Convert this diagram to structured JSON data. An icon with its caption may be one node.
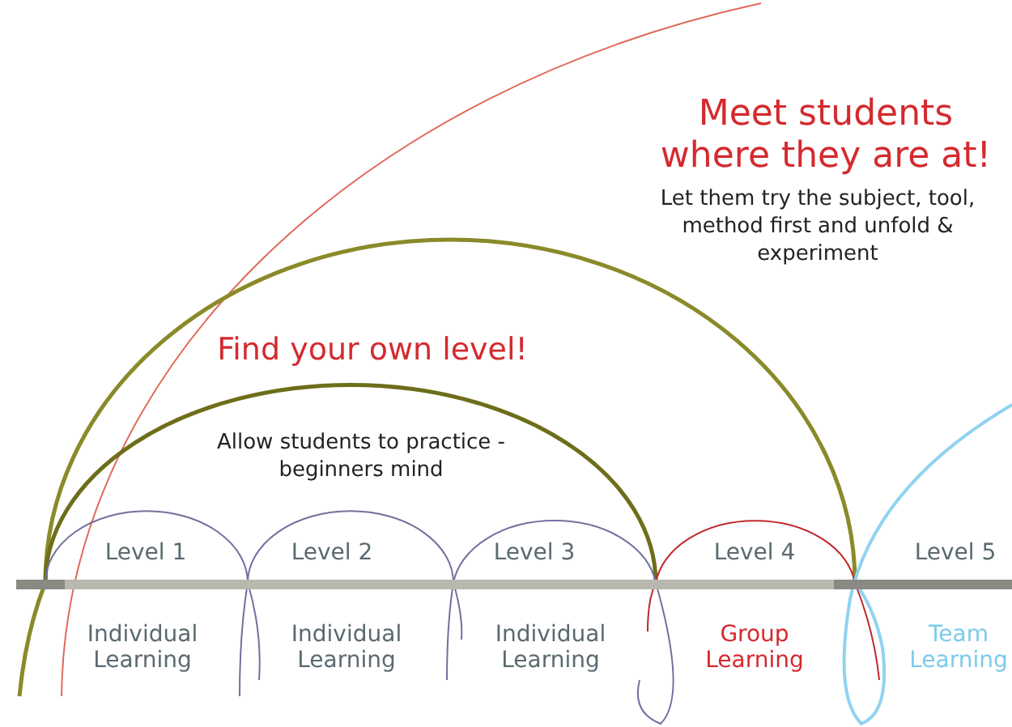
{
  "diagram": {
    "labels": [
      "Meet students where they are at!",
      "Let them try the subject, tool, method first and unfold & experiment",
      "Find your own level!",
      "Allow students to practice - beginners mind",
      "Level 1",
      "Level 2",
      "Level 3",
      "Level 4",
      "Level 5",
      "Individual Learning",
      "Individual Learning",
      "Individual Learning",
      "Group Learning",
      "Team Learning"
    ]
  }
}
